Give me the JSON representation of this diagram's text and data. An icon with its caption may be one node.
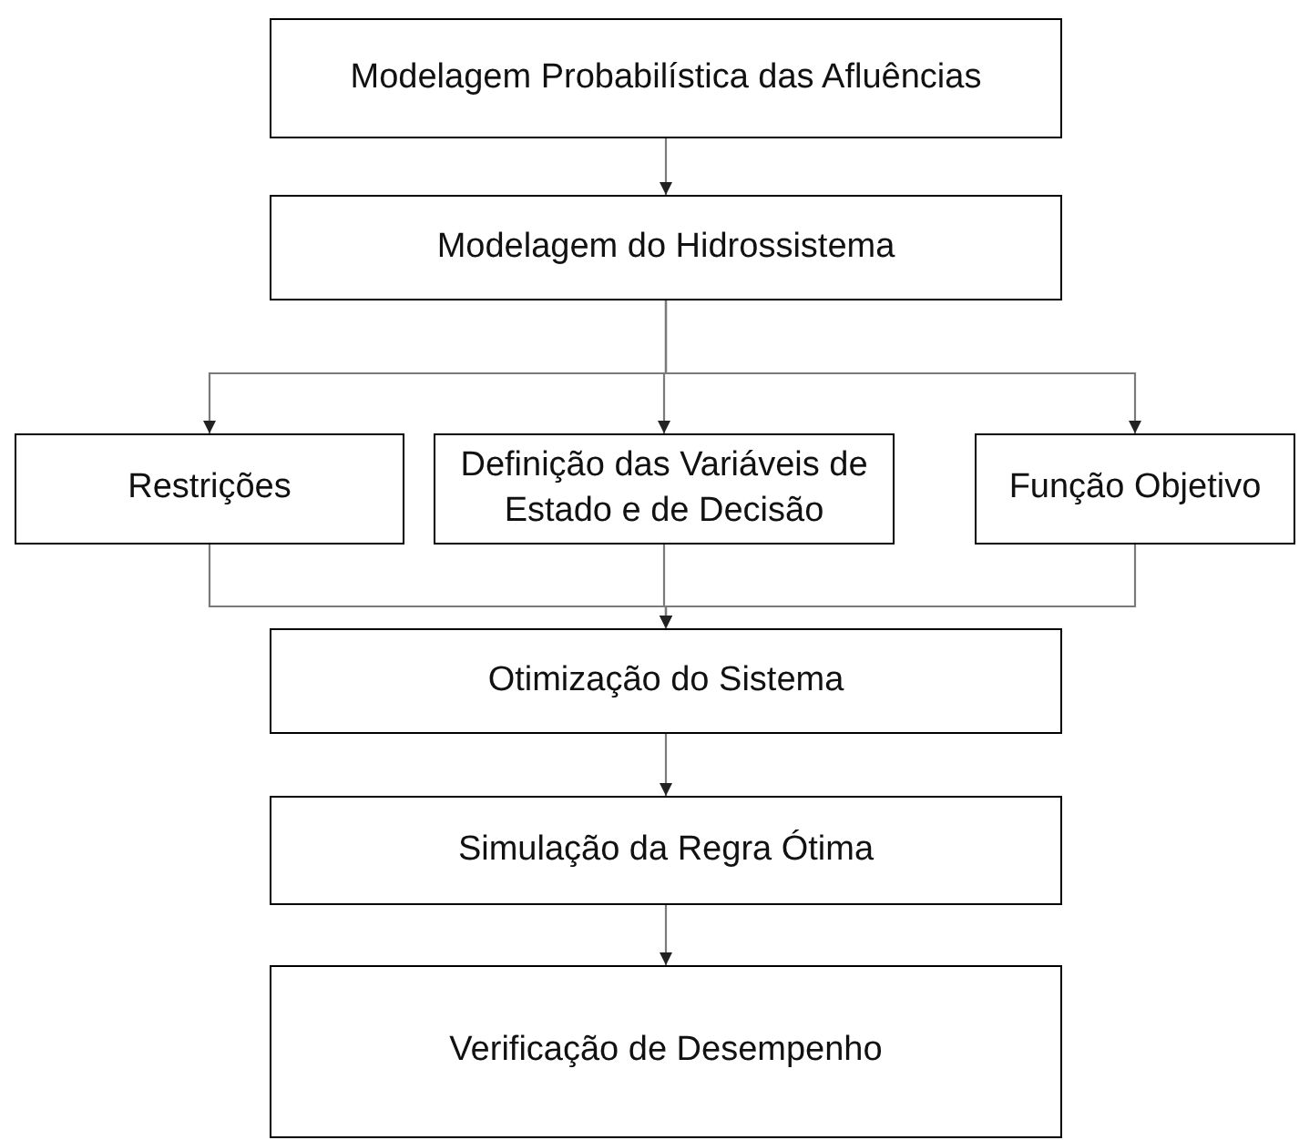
{
  "diagram": {
    "nodes": [
      {
        "text": [
          "Modelagem Probabilística das Afluências"
        ]
      },
      {
        "text": [
          "Modelagem do Hidrossistema"
        ]
      },
      {
        "text": [
          "Restrições"
        ]
      },
      {
        "text": [
          "Definição das Variáveis de Estado e de Decisão"
        ]
      },
      {
        "text": [
          "Função Objetivo"
        ]
      },
      {
        "text": [
          "Otimização do Sistema"
        ]
      },
      {
        "text": [
          "Simulação da Regra Ótima"
        ]
      },
      {
        "text": [
          "Verificação de Desempenho"
        ]
      }
    ],
    "edges": [
      {
        "from": 0,
        "to": 1,
        "arrow": "to"
      },
      {
        "from": 1,
        "to": 2,
        "arrow": "to"
      },
      {
        "from": 1,
        "to": 3,
        "arrow": "to"
      },
      {
        "from": 1,
        "to": 4,
        "arrow": "to"
      },
      {
        "from": 2,
        "to": 5,
        "arrow": "to"
      },
      {
        "from": 3,
        "to": 5,
        "arrow": "to"
      },
      {
        "from": 4,
        "to": 5,
        "arrow": "to"
      },
      {
        "from": 5,
        "to": 6,
        "arrow": "to"
      },
      {
        "from": 6,
        "to": 7,
        "arrow": "to"
      }
    ]
  }
}
